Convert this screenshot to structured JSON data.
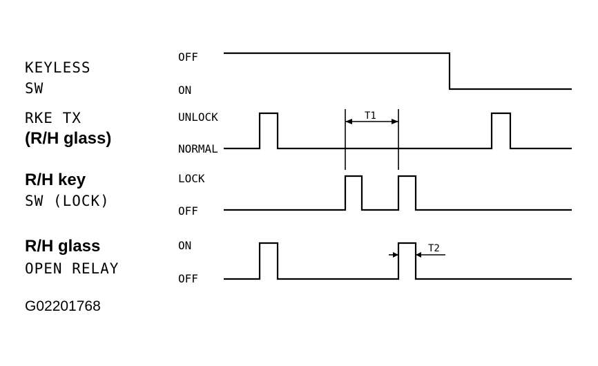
{
  "signals": [
    {
      "line1": "KEYLESS",
      "line2": "SW",
      "line1_bold": false,
      "line2_bold": false,
      "high_state": "OFF",
      "low_state": "ON"
    },
    {
      "line1": "RKE TX",
      "line2": "(R/H glass)",
      "line1_bold": false,
      "line2_bold": true,
      "high_state": "UNLOCK",
      "low_state": "NORMAL"
    },
    {
      "line1": "R/H key",
      "line2": "SW (LOCK)",
      "line1_bold": true,
      "line2_bold": false,
      "high_state": "LOCK",
      "low_state": "OFF"
    },
    {
      "line1": "R/H glass",
      "line2": "OPEN RELAY",
      "line1_bold": true,
      "line2_bold": false,
      "high_state": "ON",
      "low_state": "OFF"
    }
  ],
  "timing_labels": {
    "t1": "T1",
    "t2": "T2"
  },
  "figure_code": "G02201768"
}
